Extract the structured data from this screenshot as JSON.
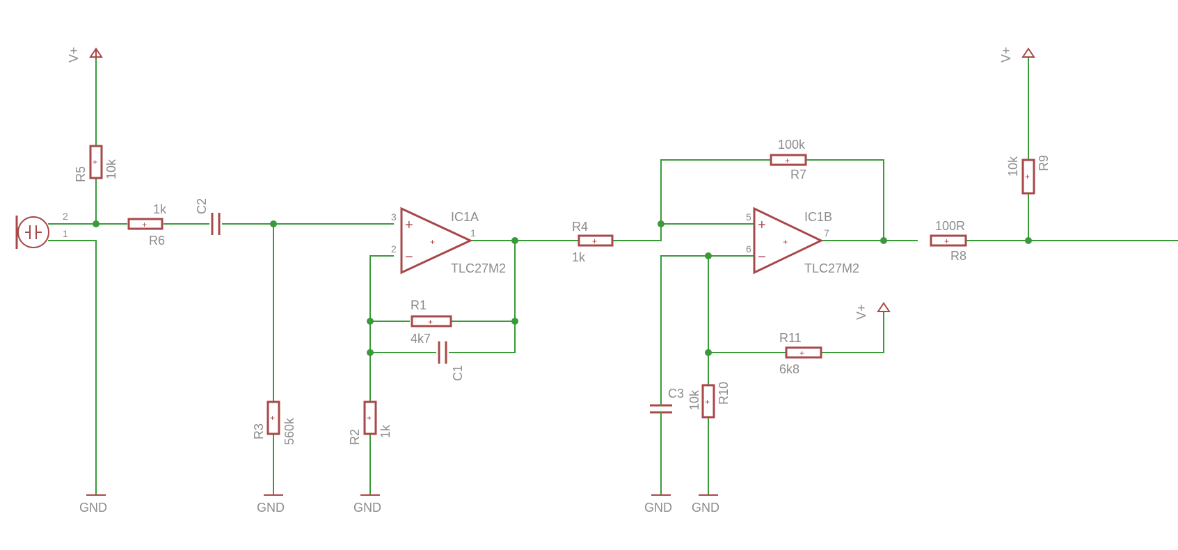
{
  "labels": {
    "vplus": "V+",
    "gnd": "GND",
    "R1": {
      "name": "R1",
      "value": "4k7"
    },
    "R2": {
      "name": "R2",
      "value": "1k"
    },
    "R3": {
      "name": "R3",
      "value": "560k"
    },
    "R4": {
      "name": "R4",
      "value": "1k"
    },
    "R5": {
      "name": "R5",
      "value": "10k"
    },
    "R6": {
      "name": "R6",
      "value": "1k"
    },
    "R7": {
      "name": "R7",
      "value": "100k"
    },
    "R8": {
      "name": "R8",
      "value": "100R"
    },
    "R9": {
      "name": "R9",
      "value": "10k"
    },
    "R10": {
      "name": "R10",
      "value": "10k"
    },
    "R11": {
      "name": "R11",
      "value": "6k8"
    },
    "C1": {
      "name": "C1"
    },
    "C2": {
      "name": "C2"
    },
    "C3": {
      "name": "C3"
    },
    "IC1A": {
      "name": "IC1A",
      "value": "TLC27M2"
    },
    "IC1B": {
      "name": "IC1B",
      "value": "TLC27M2"
    }
  },
  "pins": {
    "mic_top": "2",
    "mic_bottom": "1",
    "ic1a_plus": "3",
    "ic1a_minus": "2",
    "ic1a_out": "1",
    "ic1b_plus": "5",
    "ic1b_minus": "6",
    "ic1b_out": "7"
  },
  "symbols": {
    "plus": "+",
    "minus": "−"
  }
}
